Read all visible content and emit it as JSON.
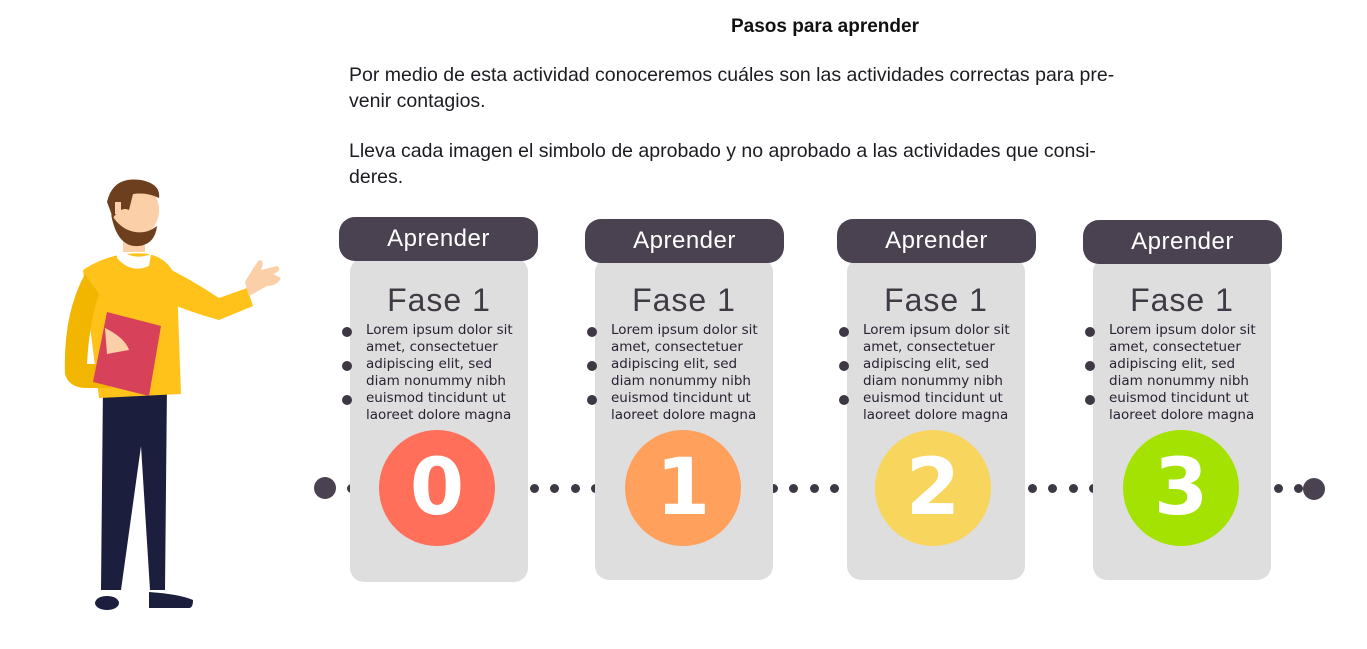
{
  "page": {
    "title": "Pasos para aprender",
    "paragraphs": [
      "Por medio de esta actividad conoceremos cuáles son las actividades correctas para pre-venir contagios.",
      "Lleva cada imagen el simbolo de aprobado y no aprobado a las actividades que consi-deres."
    ],
    "intro_lines": [
      "Por medio de esta actividad conoceremos cuáles son las actividades correctas para pre-",
      "venir contagios.",
      "Lleva cada imagen el simbolo de aprobado y no aprobado a las actividades que consi-",
      "deres."
    ]
  },
  "steps": [
    {
      "header": "Aprender",
      "phase": "Fase 1",
      "number": "0",
      "color": "#ff6f5a",
      "bullets": [
        "Lorem ipsum dolor sit amet, consectetuer",
        "adipiscing elit, sed diam nonummy nibh",
        "euismod tincidunt ut laoreet dolore magna"
      ],
      "lines": [
        "Lorem ipsum dolor sit",
        "amet, consectetuer",
        "adipiscing elit, sed",
        "diam nonummy nibh",
        "euismod tincidunt ut",
        "laoreet dolore magna"
      ]
    },
    {
      "header": "Aprender",
      "phase": "Fase 1",
      "number": "1",
      "color": "#ffa05d",
      "bullets": [
        "Lorem ipsum dolor sit amet, consectetuer",
        "adipiscing elit, sed diam nonummy nibh",
        "euismod tincidunt ut laoreet dolore magna"
      ],
      "lines": [
        "Lorem ipsum dolor sit",
        "amet, consectetuer",
        "adipiscing elit, sed",
        "diam nonummy nibh",
        "euismod tincidunt ut",
        "laoreet dolore magna"
      ]
    },
    {
      "header": "Aprender",
      "phase": "Fase 1",
      "number": "2",
      "color": "#f8d55c",
      "bullets": [
        "Lorem ipsum dolor sit amet, consectetuer",
        "adipiscing elit, sed diam nonummy nibh",
        "euismod tincidunt ut laoreet dolore magna"
      ],
      "lines": [
        "Lorem ipsum dolor sit",
        "amet, consectetuer",
        "adipiscing elit, sed",
        "diam nonummy nibh",
        "euismod tincidunt ut",
        "laoreet dolore magna"
      ]
    },
    {
      "header": "Aprender",
      "phase": "Fase 1",
      "number": "3",
      "color": "#a4e202",
      "bullets": [
        "Lorem ipsum dolor sit amet, consectetuer",
        "adipiscing elit, sed diam nonummy nibh",
        "euismod tincidunt ut laoreet dolore magna"
      ],
      "lines": [
        "Lorem ipsum dolor sit",
        "amet, consectetuer",
        "adipiscing elit, sed",
        "diam nonummy nibh",
        "euismod tincidunt ut",
        "laoreet dolore magna"
      ]
    }
  ],
  "colors": {
    "header_bg": "#4a4250",
    "card_bg": "#dedede",
    "timeline": "#3e3845",
    "shirt": "#ffc21a",
    "folder": "#d8415a",
    "trousers": "#1b1e3d"
  }
}
